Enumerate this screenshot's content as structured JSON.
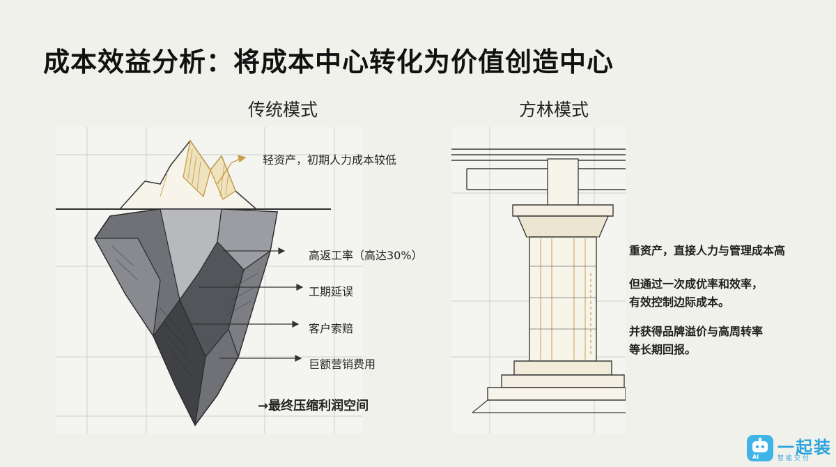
{
  "title": "成本效益分析：将成本中心转化为价值创造中心",
  "traditional": {
    "heading": "传统模式",
    "tip_label": "轻资产，初期人力成本较低",
    "labels": [
      "高返工率（高达30%）",
      "工期延误",
      "客户索赔",
      "巨额营销费用"
    ],
    "bottom_label": "→最终压缩利润空间"
  },
  "fanglin": {
    "heading": "方林模式",
    "lines": [
      "重资产，直接人力与管理成本高",
      "但通过一次成优率和效率，",
      "有效控制边际成本。",
      "并获得品牌溢价与高周转率",
      "等长期回报。"
    ]
  },
  "brand": {
    "name": "一起装",
    "tagline": "智能交付",
    "badge": "AI"
  },
  "colors": {
    "accent_gold": "#c9a04a",
    "ink": "#3a3a3a",
    "brand_blue": "#3fb4e6"
  }
}
